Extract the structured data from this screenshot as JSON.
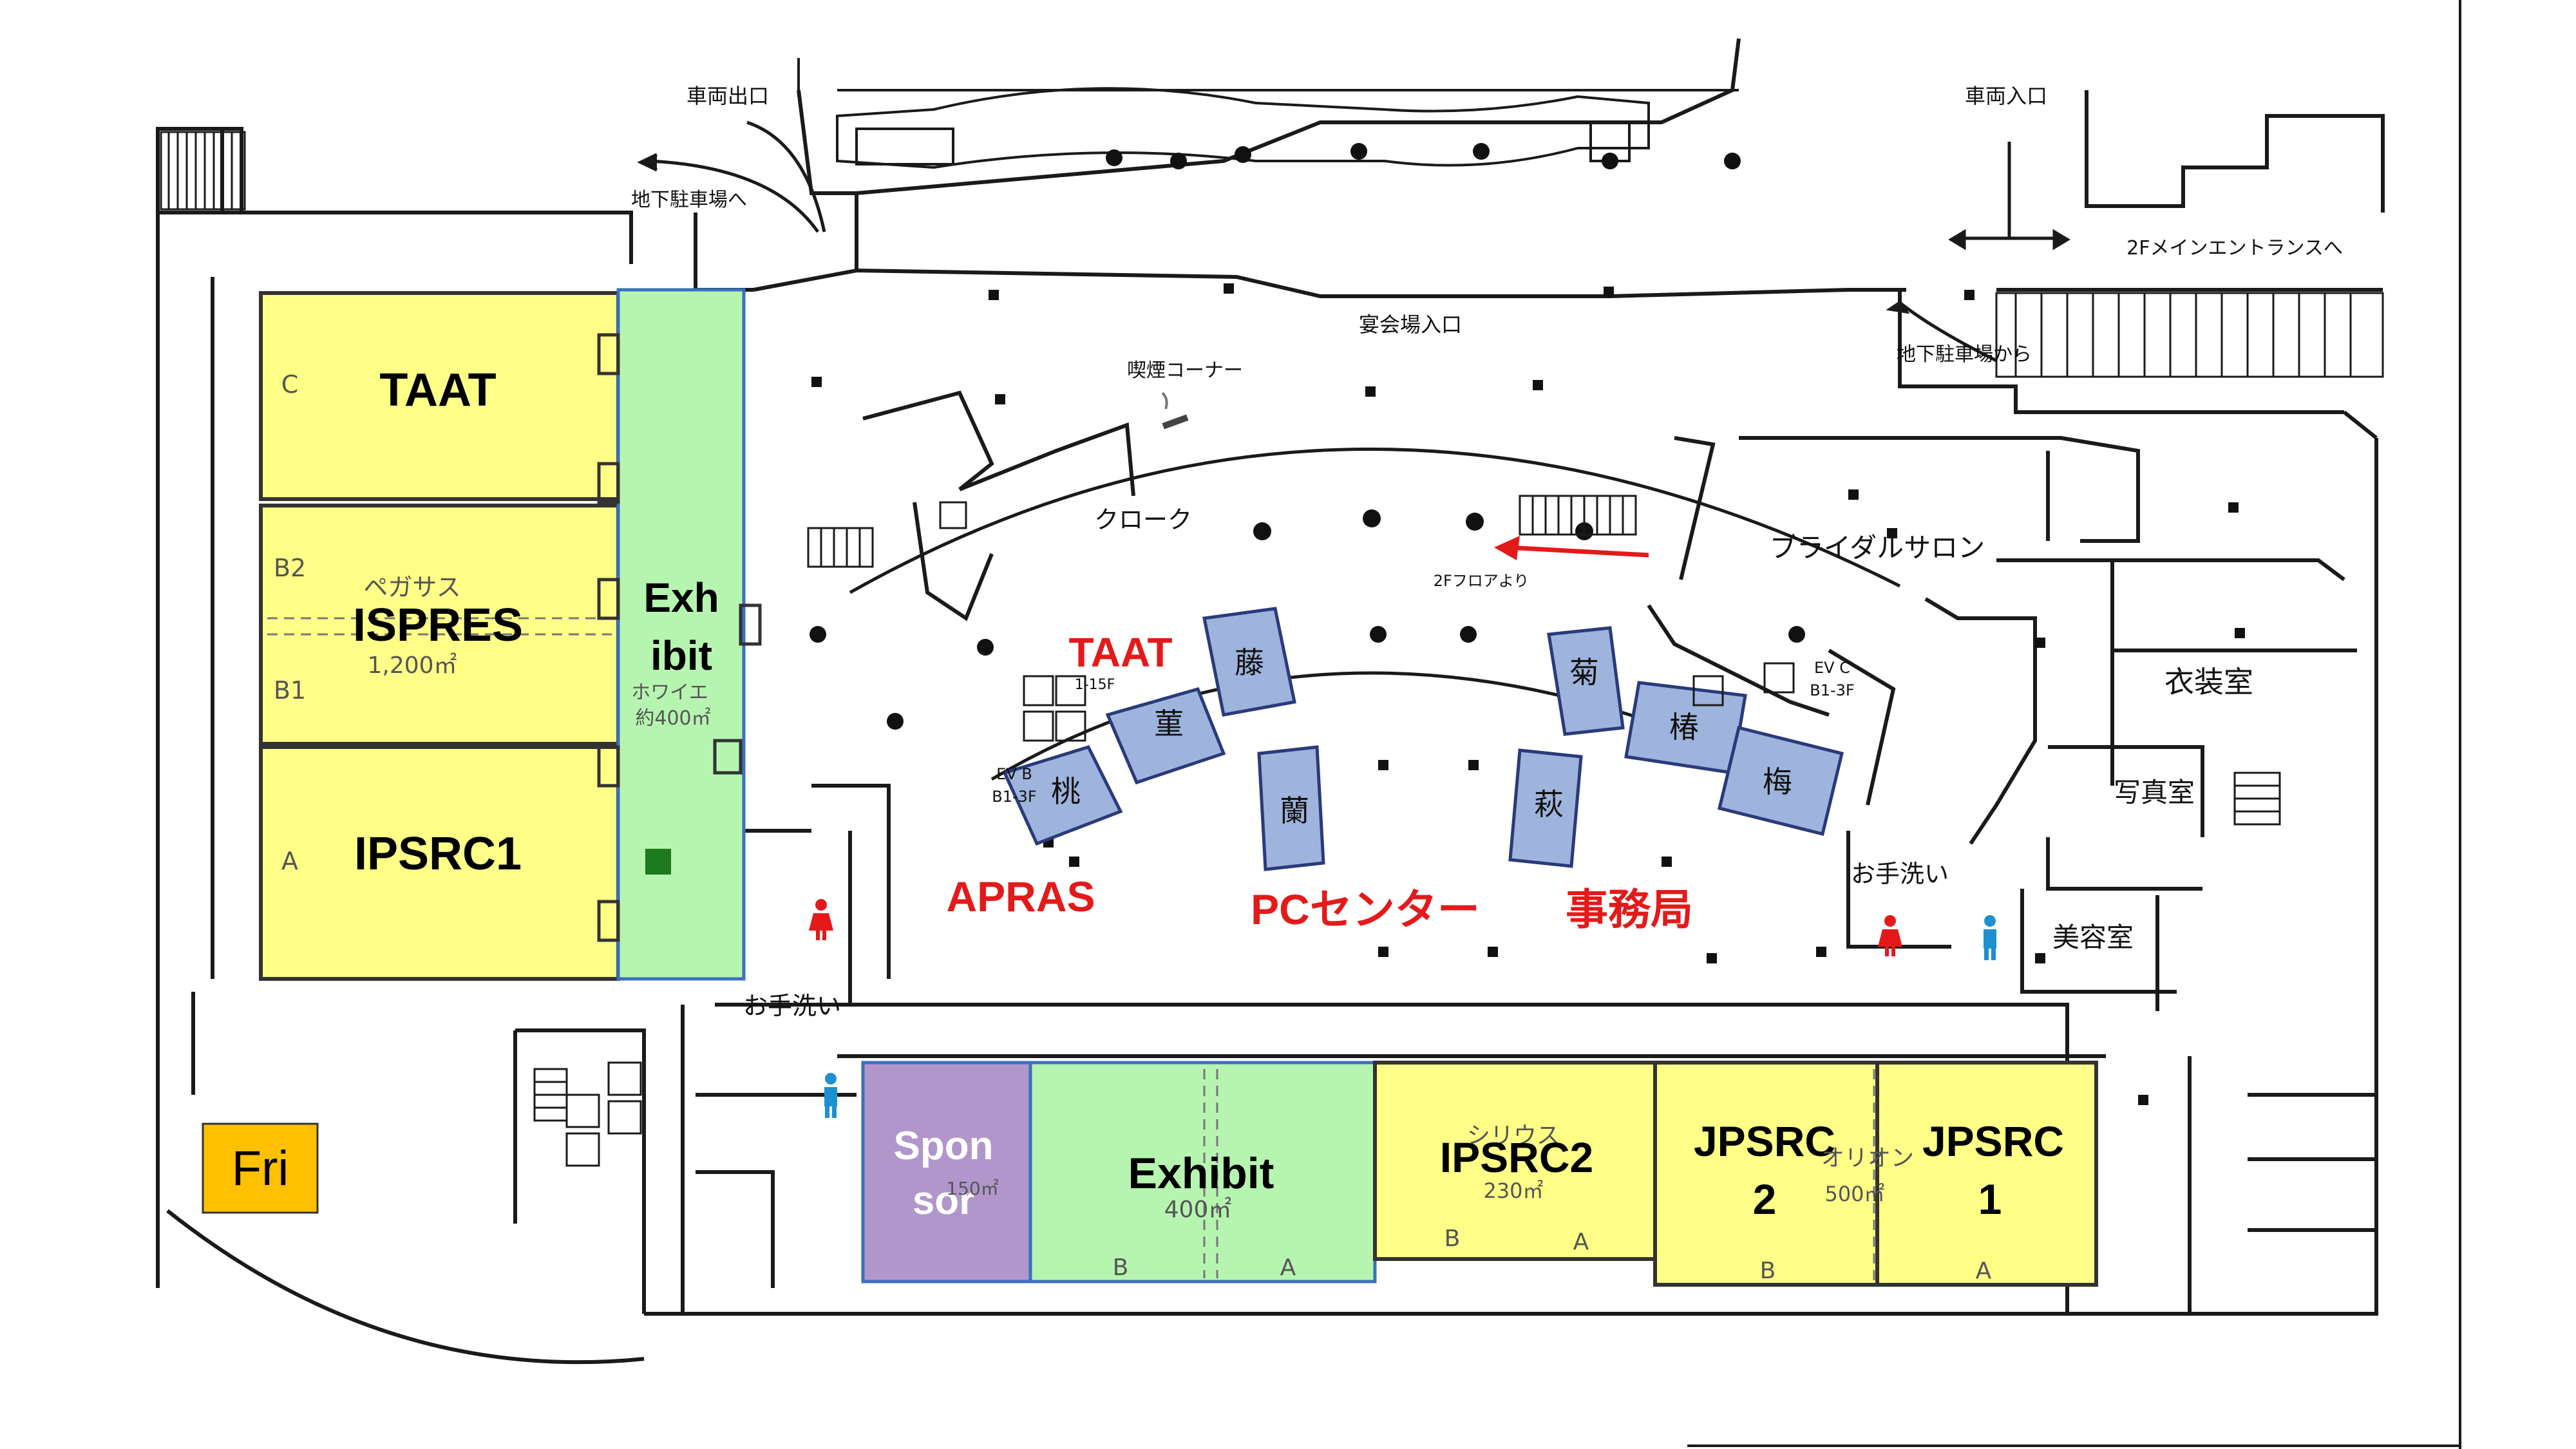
{
  "day_badge": {
    "label": "Fri",
    "color": "#ffc000"
  },
  "colors": {
    "room_yellow": "#ffff88",
    "room_green": "#b6f5b0",
    "room_purple": "#b196cc",
    "room_blue": "#9eb4dc",
    "wall": "#1a1a1a",
    "highlight_red": "#e41a1a"
  },
  "top_labels": {
    "vehicle_exit": "車両出口",
    "vehicle_entrance": "車両入口",
    "to_underground_parking": "地下駐車場へ",
    "from_underground_parking": "地下駐車場から",
    "to_2f_main_entrance": "2Fメインエントランスへ",
    "banquet_entrance": "宴会場入口",
    "smoking_corner": "喫煙コーナー"
  },
  "west_halls": {
    "taat": {
      "name": "TAAT",
      "section": "C"
    },
    "ispres": {
      "name": "ISPRES",
      "section_b2": "B2",
      "section_b1": "B1",
      "old_name": "ペガサス",
      "area": "1,200㎡"
    },
    "ipsrc1": {
      "name": "IPSRC1",
      "section": "A"
    },
    "exhibit": {
      "name_line1": "Exh",
      "name_line2": "ibit",
      "foyer": "ホワイエ",
      "foyer_area": "約400㎡"
    }
  },
  "center": {
    "cloak": "クローク",
    "from_2f_floor": "2Fフロアより",
    "taat_red": "TAAT",
    "ev_1": "1-15F",
    "ev_b_line1": "EV B",
    "ev_b_line2": "B1-3F",
    "ev_c_line1": "EV C",
    "ev_c_line2": "B1-3F",
    "apras": "APRAS",
    "pc_center": "PCセンター",
    "secretariat": "事務局",
    "small_rooms": [
      "藤",
      "菫",
      "桃",
      "蘭",
      "菊",
      "椿",
      "梅",
      "萩"
    ]
  },
  "east_rooms": {
    "bridal_salon": "ブライダルサロン",
    "costume_room": "衣装室",
    "photo_studio": "写真室",
    "beauty_salon": "美容室"
  },
  "restrooms": {
    "label": "お手洗い"
  },
  "south_halls": {
    "sponsor": {
      "line1": "Spon",
      "line2": "sor",
      "area": "150㎡"
    },
    "exhibit": {
      "name": "Exhibit",
      "area": "400㎡",
      "b": "B",
      "a": "A"
    },
    "ipsrc2": {
      "name": "IPSRC2",
      "old_name": "シリウス",
      "area": "230㎡",
      "b": "B",
      "a": "A"
    },
    "jpsrc2": {
      "line1": "JPSRC",
      "line2": "2",
      "b": "B"
    },
    "jpsrc1": {
      "line1": "JPSRC",
      "line2": "1",
      "old_name": "オリオン",
      "area": "500㎡",
      "a": "A"
    }
  }
}
